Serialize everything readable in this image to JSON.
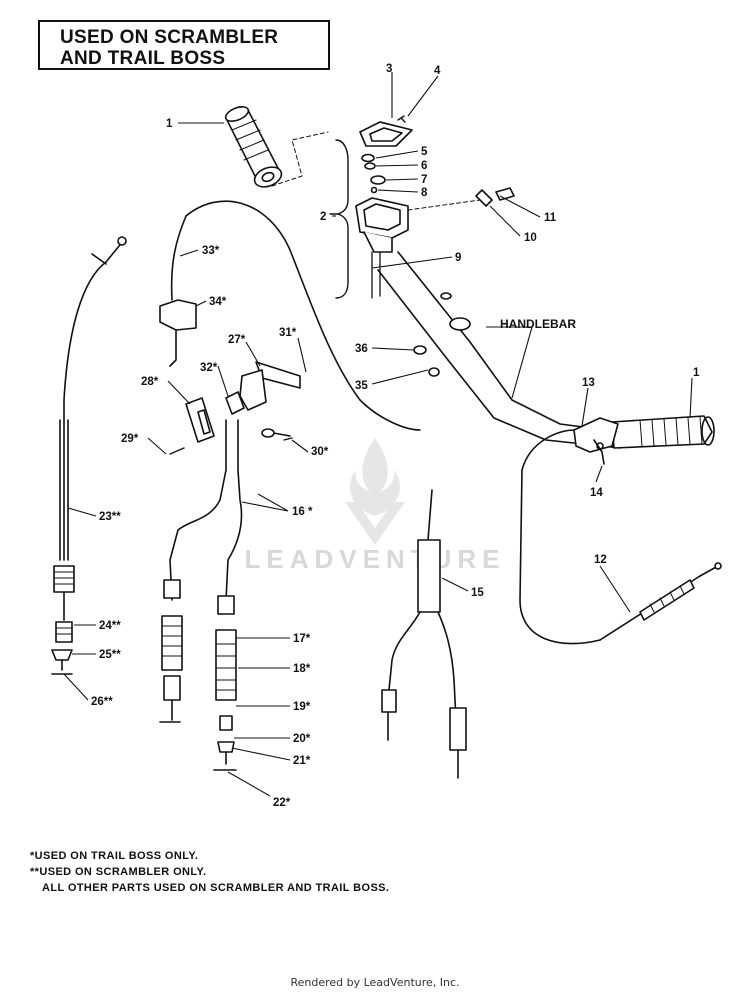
{
  "title": [
    "USED ON SCRAMBLER",
    "AND TRAIL BOSS"
  ],
  "labels": {
    "l1": "1",
    "l1b": "1",
    "l2": "2",
    "l3": "3",
    "l4": "4",
    "l5": "5",
    "l6": "6",
    "l7": "7",
    "l8": "8",
    "l9": "9",
    "l10": "10",
    "l11": "11",
    "l12": "12",
    "l13": "13",
    "l14": "14",
    "l15": "15",
    "l16": "16 *",
    "l17": "17*",
    "l18": "18*",
    "l19": "19*",
    "l20": "20*",
    "l21": "21*",
    "l22": "22*",
    "l23": "23**",
    "l24": "24**",
    "l25": "25**",
    "l26": "26**",
    "l27": "27*",
    "l28": "28*",
    "l29": "29*",
    "l30": "30*",
    "l31": "31*",
    "l32": "32*",
    "l33": "33*",
    "l34": "34*",
    "l35": "35",
    "l36": "36",
    "handlebar": "HANDLEBAR"
  },
  "notes": [
    "*USED ON TRAIL BOSS ONLY.",
    "**USED ON SCRAMBLER ONLY.",
    "ALL OTHER PARTS USED ON SCRAMBLER AND TRAIL BOSS."
  ],
  "watermark": "LEADVENTURE",
  "footer": "Rendered by LeadVenture, Inc."
}
